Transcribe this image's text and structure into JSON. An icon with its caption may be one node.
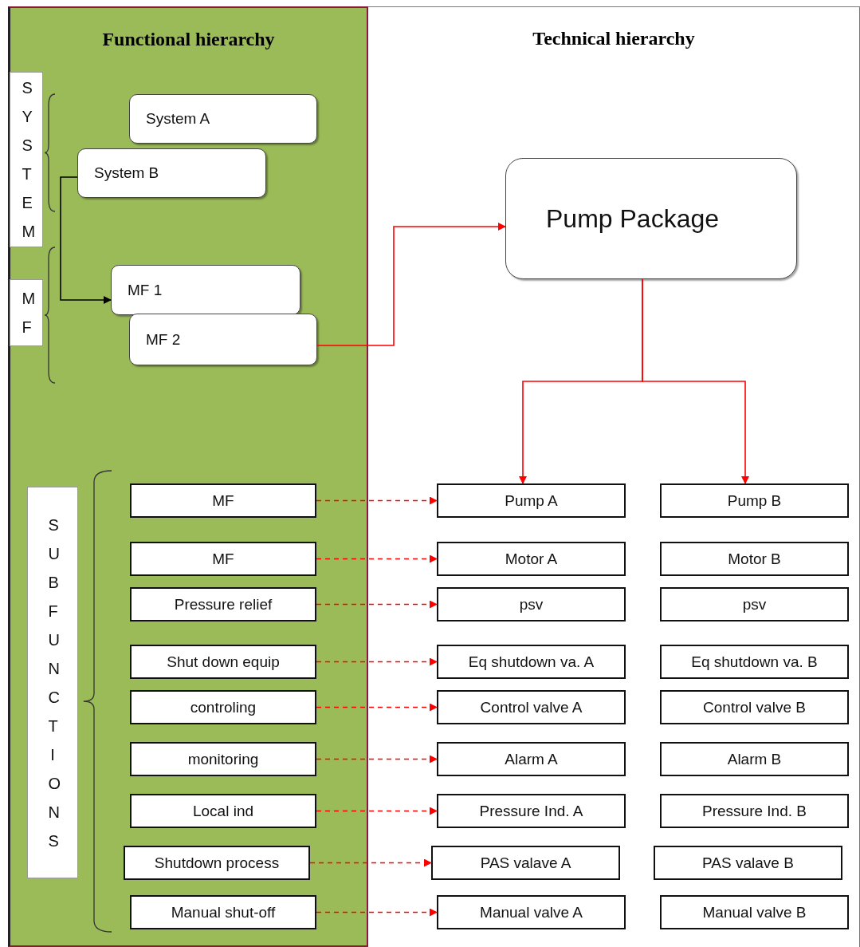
{
  "diagram": {
    "nodes": [
      {
        "text": [
          "Functional hierarchy"
        ]
      },
      {
        "text": [
          "Technical hierarchy"
        ]
      },
      {
        "text": [
          "SYSTEM"
        ],
        "in": 0
      },
      {
        "text": [
          "System A"
        ],
        "in": 0
      },
      {
        "text": [
          "System B"
        ],
        "in": 0
      },
      {
        "text": [
          "MF"
        ],
        "in": 0
      },
      {
        "text": [
          "MF 1"
        ],
        "in": 0
      },
      {
        "text": [
          "MF 2"
        ],
        "in": 0
      },
      {
        "text": [
          "SUB FUNCTIONS"
        ],
        "in": 0
      },
      {
        "text": [
          "MF"
        ],
        "in": 0
      },
      {
        "text": [
          "MF"
        ],
        "in": 0
      },
      {
        "text": [
          "Pressure relief"
        ],
        "in": 0
      },
      {
        "text": [
          "Shut down equip"
        ],
        "in": 0
      },
      {
        "text": [
          "controling"
        ],
        "in": 0
      },
      {
        "text": [
          "monitoring"
        ],
        "in": 0
      },
      {
        "text": [
          "Local ind"
        ],
        "in": 0
      },
      {
        "text": [
          "Shutdown process"
        ],
        "in": 0
      },
      {
        "text": [
          "Manual shut-off"
        ],
        "in": 0
      },
      {
        "text": [
          "Pump Package"
        ],
        "in": 1
      },
      {
        "text": [
          "Pump A"
        ],
        "in": 1
      },
      {
        "text": [
          "Pump B"
        ],
        "in": 1
      },
      {
        "text": [
          "Motor A"
        ],
        "in": 1
      },
      {
        "text": [
          "Motor B"
        ],
        "in": 1
      },
      {
        "text": [
          "psv"
        ],
        "in": 1
      },
      {
        "text": [
          "psv"
        ],
        "in": 1
      },
      {
        "text": [
          "Eq shutdown va. A"
        ],
        "in": 1
      },
      {
        "text": [
          "Eq shutdown va. B"
        ],
        "in": 1
      },
      {
        "text": [
          "Control valve A"
        ],
        "in": 1
      },
      {
        "text": [
          "Control valve B"
        ],
        "in": 1
      },
      {
        "text": [
          "Alarm A"
        ],
        "in": 1
      },
      {
        "text": [
          "Alarm B"
        ],
        "in": 1
      },
      {
        "text": [
          "Pressure Ind. A"
        ],
        "in": 1
      },
      {
        "text": [
          "Pressure Ind. B"
        ],
        "in": 1
      },
      {
        "text": [
          "PAS valave A"
        ],
        "in": 1
      },
      {
        "text": [
          "PAS valave B"
        ],
        "in": 1
      },
      {
        "text": [
          "Manual  valve A"
        ],
        "in": 1
      },
      {
        "text": [
          "Manual  valve B"
        ],
        "in": 1
      }
    ],
    "edges": [
      {
        "from": 4,
        "to": 6,
        "arrow": "to",
        "color": "#000000"
      },
      {
        "from": 7,
        "to": 18,
        "arrow": "to"
      },
      {
        "from": 18,
        "to": 19,
        "arrow": "to"
      },
      {
        "from": 18,
        "to": 20,
        "arrow": "to"
      },
      {
        "from": 9,
        "to": 19,
        "arrow": "to",
        "style": "dashed"
      },
      {
        "from": 10,
        "to": 21,
        "arrow": "to",
        "style": "dashed"
      },
      {
        "from": 11,
        "to": 23,
        "arrow": "to",
        "style": "dashed"
      },
      {
        "from": 12,
        "to": 25,
        "arrow": "to",
        "style": "dashed"
      },
      {
        "from": 13,
        "to": 27,
        "arrow": "to",
        "style": "dashed"
      },
      {
        "from": 14,
        "to": 29,
        "arrow": "to",
        "style": "dashed"
      },
      {
        "from": 15,
        "to": 31,
        "arrow": "to",
        "style": "dashed"
      },
      {
        "from": 16,
        "to": 33,
        "arrow": "to",
        "style": "dashed"
      },
      {
        "from": 17,
        "to": 35,
        "arrow": "to",
        "style": "dashed"
      }
    ]
  }
}
